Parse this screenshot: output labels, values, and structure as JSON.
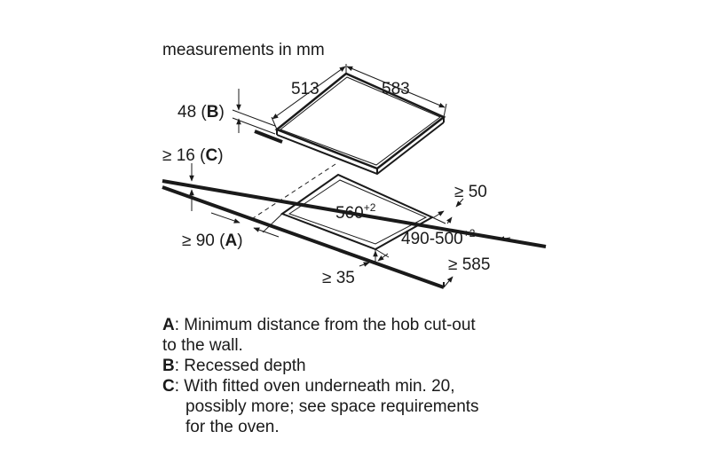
{
  "header": {
    "title": "measurements in mm"
  },
  "labels": {
    "width": "513",
    "depth": "583",
    "b_value": "48 (",
    "b_key": "B",
    "b_close": ")",
    "c_value": "≥ 16 (",
    "c_key": "C",
    "c_close": ")",
    "a_value": "≥ 90 (",
    "a_key": "A",
    "a_close": ")",
    "cutout_width": "560",
    "cutout_width_tol": "+2",
    "cutout_depth": "490-500",
    "cutout_depth_tol": "+2",
    "rear_gap": "≥ 50",
    "front_gap": "≥ 35",
    "worktop_depth": "≥ 585"
  },
  "legend": [
    {
      "key": "A",
      "sep": ":",
      "lines": [
        "Minimum distance from the hob cut-out",
        "to the wall."
      ]
    },
    {
      "key": "B",
      "sep": ":",
      "lines": [
        "Recessed depth"
      ]
    },
    {
      "key": "C",
      "sep": ":",
      "lines": [
        "With fitted oven underneath min. 20,",
        "possibly more; see space requirements",
        "for the oven."
      ]
    }
  ]
}
